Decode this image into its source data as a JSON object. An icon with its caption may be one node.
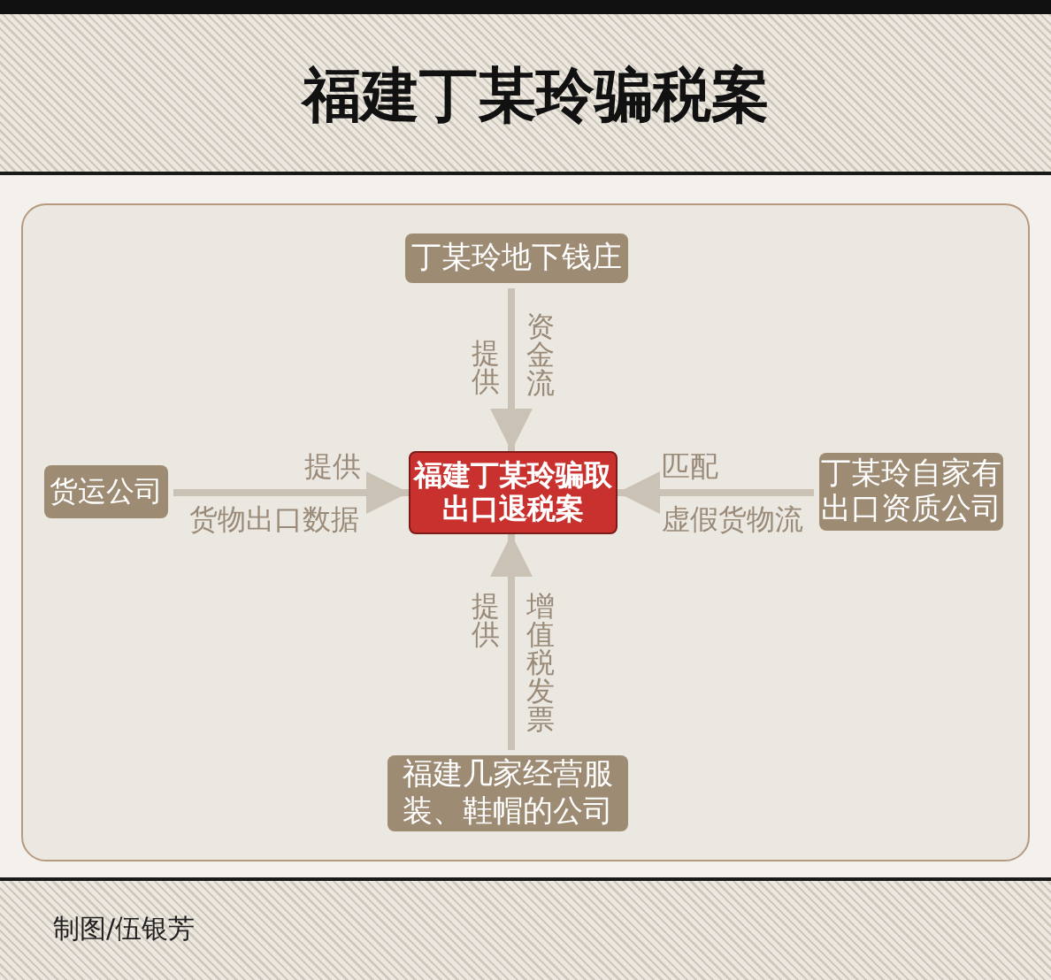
{
  "diagram": {
    "title": "福建丁某玲骗税案",
    "nodes": [
      {
        "text": [
          "丁某玲地下钱庄"
        ]
      },
      {
        "text": [
          "货运公司"
        ]
      },
      {
        "text": [
          "福建丁某玲骗取出口退税案"
        ]
      },
      {
        "text": [
          "丁某玲自家有出口资质公司"
        ]
      },
      {
        "text": [
          "福建几家经营服装、鞋帽的公司"
        ]
      }
    ],
    "edges": [
      {
        "from": 0,
        "to": 2,
        "arrow": "to",
        "label": "资金流"
      },
      {
        "from": 1,
        "to": 2,
        "arrow": "to",
        "label": "货物出口数据"
      },
      {
        "from": 3,
        "to": 2,
        "arrow": "to",
        "label": "虚假货物流"
      },
      {
        "from": 4,
        "to": 2,
        "arrow": "to",
        "label": "增值税发票"
      }
    ],
    "labels": [
      "提供",
      "提供",
      "匹配",
      "提供",
      "制图/伍银芳"
    ]
  }
}
